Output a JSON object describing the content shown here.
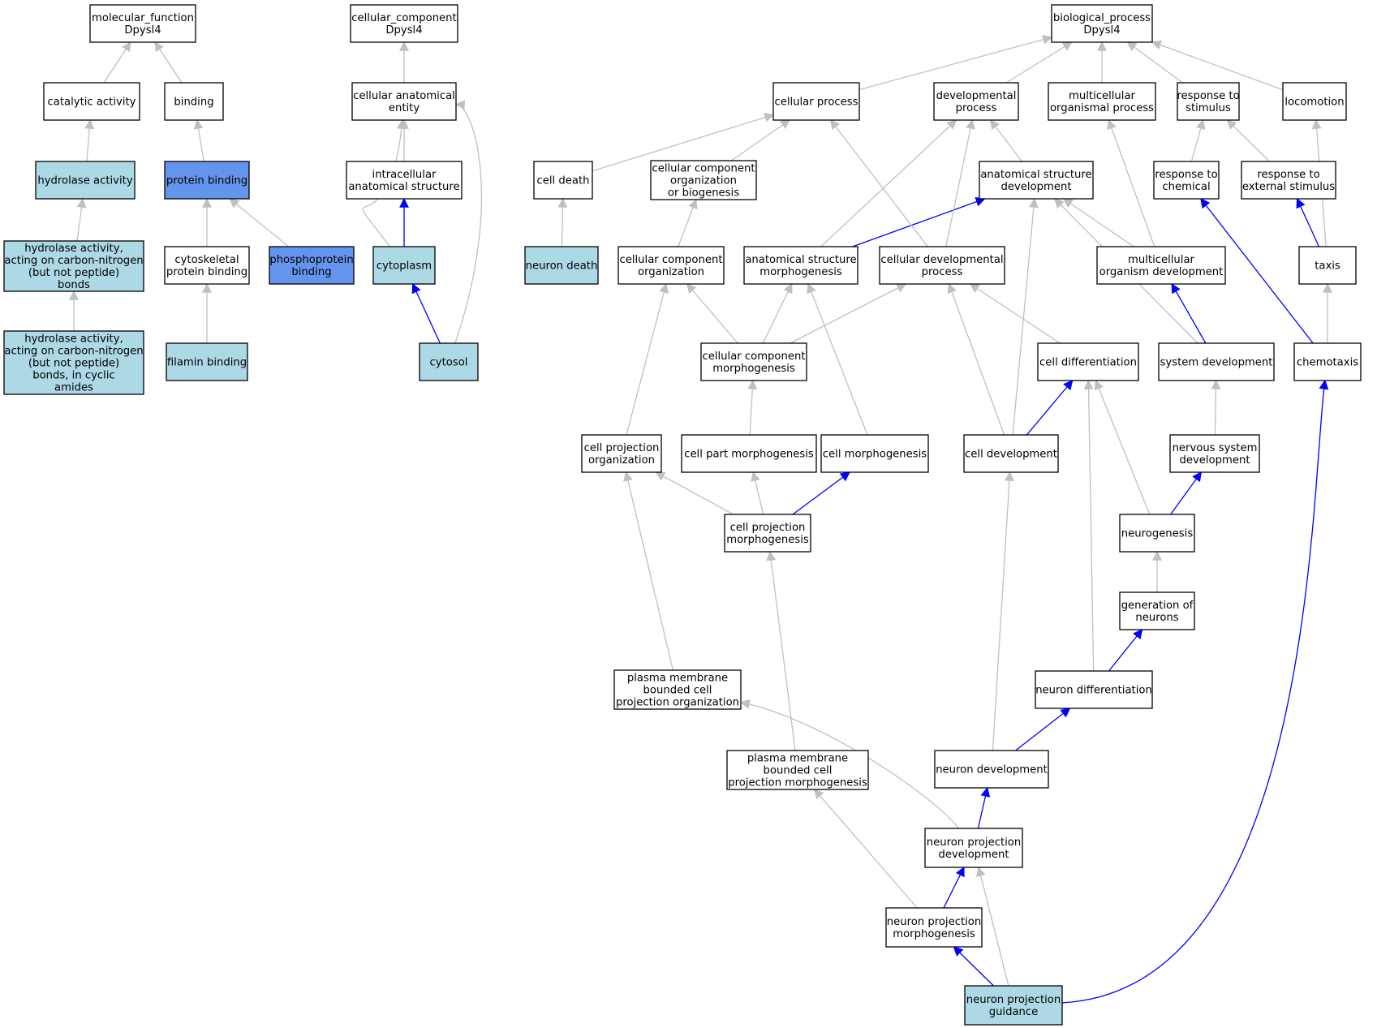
{
  "colors": {
    "edge_default": "#c0c0c0",
    "edge_highlight": "#0000ff",
    "node_default": "#ffffff",
    "node_light": "#add8e6",
    "node_dark": "#6495ed",
    "border": "#000000"
  },
  "nodes": [
    {
      "id": "mf",
      "lines": [
        "molecular_function",
        "Dpysl4"
      ],
      "fill": "white"
    },
    {
      "id": "catalytic",
      "lines": [
        "catalytic activity"
      ],
      "fill": "white"
    },
    {
      "id": "binding",
      "lines": [
        "binding"
      ],
      "fill": "white"
    },
    {
      "id": "hydrolase",
      "lines": [
        "hydrolase activity"
      ],
      "fill": "light"
    },
    {
      "id": "protein_binding",
      "lines": [
        "protein binding"
      ],
      "fill": "dark"
    },
    {
      "id": "hydro_cn",
      "lines": [
        "hydrolase activity,",
        "acting on carbon-nitrogen",
        "(but not peptide)",
        "bonds"
      ],
      "fill": "light"
    },
    {
      "id": "cyto_pb",
      "lines": [
        "cytoskeletal",
        "protein binding"
      ],
      "fill": "white"
    },
    {
      "id": "phospho",
      "lines": [
        "phosphoprotein",
        "binding"
      ],
      "fill": "dark"
    },
    {
      "id": "hydro_cyclic",
      "lines": [
        "hydrolase activity,",
        "acting on carbon-nitrogen",
        "(but not peptide)",
        "bonds, in cyclic",
        "amides"
      ],
      "fill": "light"
    },
    {
      "id": "filamin",
      "lines": [
        "filamin binding"
      ],
      "fill": "light"
    },
    {
      "id": "cc",
      "lines": [
        "cellular_component",
        "Dpysl4"
      ],
      "fill": "white"
    },
    {
      "id": "cae",
      "lines": [
        "cellular anatomical",
        "entity"
      ],
      "fill": "white"
    },
    {
      "id": "ias",
      "lines": [
        "intracellular",
        "anatomical structure"
      ],
      "fill": "white"
    },
    {
      "id": "cytoplasm",
      "lines": [
        "cytoplasm"
      ],
      "fill": "light"
    },
    {
      "id": "cytosol",
      "lines": [
        "cytosol"
      ],
      "fill": "light"
    },
    {
      "id": "bp",
      "lines": [
        "biological_process",
        "Dpysl4"
      ],
      "fill": "white"
    },
    {
      "id": "cellular_process",
      "lines": [
        "cellular process"
      ],
      "fill": "white"
    },
    {
      "id": "dev_process",
      "lines": [
        "developmental",
        "process"
      ],
      "fill": "white"
    },
    {
      "id": "multi_proc",
      "lines": [
        "multicellular",
        "organismal process"
      ],
      "fill": "white"
    },
    {
      "id": "resp_stim",
      "lines": [
        "response to",
        "stimulus"
      ],
      "fill": "white"
    },
    {
      "id": "locomotion",
      "lines": [
        "locomotion"
      ],
      "fill": "white"
    },
    {
      "id": "cell_death",
      "lines": [
        "cell death"
      ],
      "fill": "white"
    },
    {
      "id": "ccob",
      "lines": [
        "cellular component",
        "organization",
        "or biogenesis"
      ],
      "fill": "white"
    },
    {
      "id": "asd",
      "lines": [
        "anatomical structure",
        "development"
      ],
      "fill": "white"
    },
    {
      "id": "resp_chem",
      "lines": [
        "response to",
        "chemical"
      ],
      "fill": "white"
    },
    {
      "id": "resp_ext",
      "lines": [
        "response to",
        "external stimulus"
      ],
      "fill": "white"
    },
    {
      "id": "neuron_death",
      "lines": [
        "neuron death"
      ],
      "fill": "light"
    },
    {
      "id": "cco",
      "lines": [
        "cellular component",
        "organization"
      ],
      "fill": "white"
    },
    {
      "id": "asm",
      "lines": [
        "anatomical structure",
        "morphogenesis"
      ],
      "fill": "white"
    },
    {
      "id": "cdp",
      "lines": [
        "cellular developmental",
        "process"
      ],
      "fill": "white"
    },
    {
      "id": "mod",
      "lines": [
        "multicellular",
        "organism development"
      ],
      "fill": "white"
    },
    {
      "id": "taxis",
      "lines": [
        "taxis"
      ],
      "fill": "white"
    },
    {
      "id": "ccm",
      "lines": [
        "cellular component",
        "morphogenesis"
      ],
      "fill": "white"
    },
    {
      "id": "cell_diff",
      "lines": [
        "cell differentiation"
      ],
      "fill": "white"
    },
    {
      "id": "sys_dev",
      "lines": [
        "system development"
      ],
      "fill": "white"
    },
    {
      "id": "chemotaxis",
      "lines": [
        "chemotaxis"
      ],
      "fill": "white"
    },
    {
      "id": "cpo",
      "lines": [
        "cell projection",
        "organization"
      ],
      "fill": "white"
    },
    {
      "id": "cpm_part",
      "lines": [
        "cell part morphogenesis"
      ],
      "fill": "white"
    },
    {
      "id": "cell_morph",
      "lines": [
        "cell morphogenesis"
      ],
      "fill": "white"
    },
    {
      "id": "cell_dev",
      "lines": [
        "cell development"
      ],
      "fill": "white"
    },
    {
      "id": "nsd",
      "lines": [
        "nervous system",
        "development"
      ],
      "fill": "white"
    },
    {
      "id": "cpmorph",
      "lines": [
        "cell projection",
        "morphogenesis"
      ],
      "fill": "white"
    },
    {
      "id": "neurogenesis",
      "lines": [
        "neurogenesis"
      ],
      "fill": "white"
    },
    {
      "id": "gen_neurons",
      "lines": [
        "generation of",
        "neurons"
      ],
      "fill": "white"
    },
    {
      "id": "pmbcpo",
      "lines": [
        "plasma membrane",
        "bounded cell",
        "projection organization"
      ],
      "fill": "white"
    },
    {
      "id": "neuron_diff",
      "lines": [
        "neuron differentiation"
      ],
      "fill": "white"
    },
    {
      "id": "pmbcpm",
      "lines": [
        "plasma membrane",
        "bounded cell",
        "projection morphogenesis"
      ],
      "fill": "white"
    },
    {
      "id": "neuron_dev",
      "lines": [
        "neuron development"
      ],
      "fill": "white"
    },
    {
      "id": "npd",
      "lines": [
        "neuron projection",
        "development"
      ],
      "fill": "white"
    },
    {
      "id": "npm",
      "lines": [
        "neuron projection",
        "morphogenesis"
      ],
      "fill": "white"
    },
    {
      "id": "npg",
      "lines": [
        "neuron projection",
        "guidance"
      ],
      "fill": "light"
    }
  ],
  "edges": [
    {
      "from": "catalytic",
      "to": "mf",
      "style": "gray"
    },
    {
      "from": "binding",
      "to": "mf",
      "style": "gray"
    },
    {
      "from": "hydrolase",
      "to": "catalytic",
      "style": "gray"
    },
    {
      "from": "protein_binding",
      "to": "binding",
      "style": "gray"
    },
    {
      "from": "hydro_cn",
      "to": "hydrolase",
      "style": "gray"
    },
    {
      "from": "cyto_pb",
      "to": "protein_binding",
      "style": "gray"
    },
    {
      "from": "phospho",
      "to": "protein_binding",
      "style": "gray"
    },
    {
      "from": "hydro_cyclic",
      "to": "hydro_cn",
      "style": "gray"
    },
    {
      "from": "filamin",
      "to": "cyto_pb",
      "style": "gray"
    },
    {
      "from": "cae",
      "to": "cc",
      "style": "gray"
    },
    {
      "from": "ias",
      "to": "cae",
      "style": "gray"
    },
    {
      "from": "cytoplasm",
      "to": "ias",
      "style": "blue"
    },
    {
      "from": "cytoplasm",
      "to": "cae",
      "style": "gray"
    },
    {
      "from": "cytosol",
      "to": "cytoplasm",
      "style": "blue"
    },
    {
      "from": "cytosol",
      "to": "cae",
      "style": "gray"
    },
    {
      "from": "cellular_process",
      "to": "bp",
      "style": "gray"
    },
    {
      "from": "dev_process",
      "to": "bp",
      "style": "gray"
    },
    {
      "from": "multi_proc",
      "to": "bp",
      "style": "gray"
    },
    {
      "from": "resp_stim",
      "to": "bp",
      "style": "gray"
    },
    {
      "from": "locomotion",
      "to": "bp",
      "style": "gray"
    },
    {
      "from": "cell_death",
      "to": "cellular_process",
      "style": "gray"
    },
    {
      "from": "ccob",
      "to": "cellular_process",
      "style": "gray"
    },
    {
      "from": "asd",
      "to": "dev_process",
      "style": "gray"
    },
    {
      "from": "resp_chem",
      "to": "resp_stim",
      "style": "gray"
    },
    {
      "from": "resp_ext",
      "to": "resp_stim",
      "style": "gray"
    },
    {
      "from": "neuron_death",
      "to": "cell_death",
      "style": "gray"
    },
    {
      "from": "cco",
      "to": "ccob",
      "style": "gray"
    },
    {
      "from": "asm",
      "to": "asd",
      "style": "blue"
    },
    {
      "from": "asm",
      "to": "dev_process",
      "style": "gray"
    },
    {
      "from": "cdp",
      "to": "cellular_process",
      "style": "gray"
    },
    {
      "from": "cdp",
      "to": "dev_process",
      "style": "gray"
    },
    {
      "from": "mod",
      "to": "asd",
      "style": "gray"
    },
    {
      "from": "mod",
      "to": "multi_proc",
      "style": "gray"
    },
    {
      "from": "taxis",
      "to": "resp_ext",
      "style": "blue"
    },
    {
      "from": "taxis",
      "to": "locomotion",
      "style": "gray"
    },
    {
      "from": "ccm",
      "to": "cco",
      "style": "gray"
    },
    {
      "from": "ccm",
      "to": "asm",
      "style": "gray"
    },
    {
      "from": "ccm",
      "to": "cdp",
      "style": "gray"
    },
    {
      "from": "cell_diff",
      "to": "cdp",
      "style": "gray"
    },
    {
      "from": "sys_dev",
      "to": "mod",
      "style": "blue"
    },
    {
      "from": "sys_dev",
      "to": "asd",
      "style": "gray"
    },
    {
      "from": "chemotaxis",
      "to": "resp_chem",
      "style": "blue"
    },
    {
      "from": "chemotaxis",
      "to": "taxis",
      "style": "gray"
    },
    {
      "from": "cpo",
      "to": "cco",
      "style": "gray"
    },
    {
      "from": "cpm_part",
      "to": "ccm",
      "style": "gray"
    },
    {
      "from": "cell_morph",
      "to": "asm",
      "style": "gray"
    },
    {
      "from": "cell_dev",
      "to": "cell_diff",
      "style": "blue"
    },
    {
      "from": "cell_dev",
      "to": "cdp",
      "style": "gray"
    },
    {
      "from": "cell_dev",
      "to": "asd",
      "style": "gray"
    },
    {
      "from": "nsd",
      "to": "sys_dev",
      "style": "gray"
    },
    {
      "from": "cpmorph",
      "to": "cpo",
      "style": "gray"
    },
    {
      "from": "cpmorph",
      "to": "cpm_part",
      "style": "gray"
    },
    {
      "from": "cpmorph",
      "to": "cell_morph",
      "style": "blue"
    },
    {
      "from": "neurogenesis",
      "to": "nsd",
      "style": "blue"
    },
    {
      "from": "neurogenesis",
      "to": "cell_diff",
      "style": "gray"
    },
    {
      "from": "gen_neurons",
      "to": "neurogenesis",
      "style": "gray"
    },
    {
      "from": "pmbcpo",
      "to": "cpo",
      "style": "gray"
    },
    {
      "from": "neuron_diff",
      "to": "gen_neurons",
      "style": "blue"
    },
    {
      "from": "neuron_diff",
      "to": "cell_diff",
      "style": "gray"
    },
    {
      "from": "pmbcpm",
      "to": "cpmorph",
      "style": "gray"
    },
    {
      "from": "neuron_dev",
      "to": "neuron_diff",
      "style": "blue"
    },
    {
      "from": "neuron_dev",
      "to": "cell_dev",
      "style": "gray"
    },
    {
      "from": "npd",
      "to": "neuron_dev",
      "style": "blue"
    },
    {
      "from": "npd",
      "to": "pmbcpo",
      "style": "gray"
    },
    {
      "from": "npm",
      "to": "npd",
      "style": "blue"
    },
    {
      "from": "npm",
      "to": "pmbcpm",
      "style": "gray"
    },
    {
      "from": "npg",
      "to": "npm",
      "style": "blue"
    },
    {
      "from": "npg",
      "to": "npd",
      "style": "gray"
    },
    {
      "from": "npg",
      "to": "chemotaxis",
      "style": "blue"
    }
  ]
}
